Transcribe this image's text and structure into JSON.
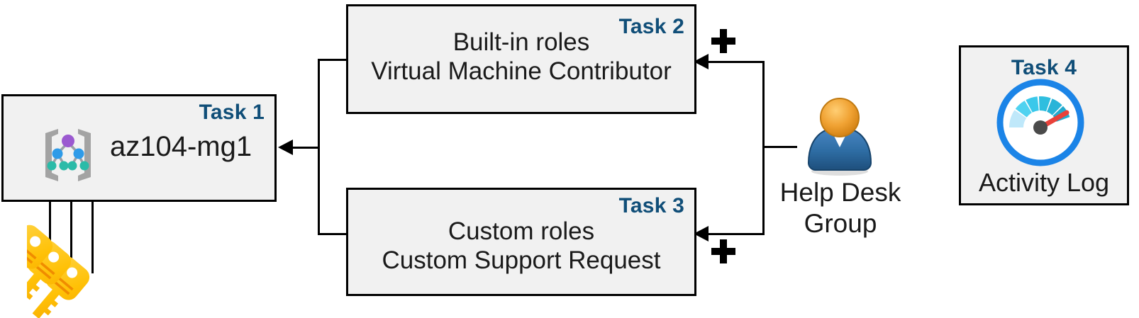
{
  "diagram": {
    "title": "Azure RBAC task diagram",
    "colors": {
      "task_label": "#104E78",
      "box_fill": "#f1f1f1",
      "box_border": "#000000",
      "connector": "#000000",
      "key_yellow": "#FFC425",
      "person_head": "#F0A030",
      "person_body": "#2E6DA4",
      "gauge_ring": "#1B84E7",
      "gauge_needle": "#E8413A"
    }
  },
  "boxes": {
    "task1": {
      "label": "Task 1",
      "text": "az104-mg1",
      "icon": "management-group-icon"
    },
    "task2": {
      "label": "Task 2",
      "line1": "Built-in roles",
      "line2": "Virtual Machine Contributor"
    },
    "task3": {
      "label": "Task 3",
      "line1": "Custom roles",
      "line2": "Custom Support Request"
    },
    "task4": {
      "label": "Task 4",
      "text": "Activity Log",
      "icon": "activity-log-gauge-icon"
    }
  },
  "actors": {
    "help_desk": {
      "line1": "Help Desk",
      "line2": "Group",
      "icon": "user-group-icon"
    },
    "keys": {
      "icon": "keys-icon",
      "count": 3
    }
  },
  "connectors": {
    "plus_top": "+",
    "plus_bottom": "+"
  }
}
